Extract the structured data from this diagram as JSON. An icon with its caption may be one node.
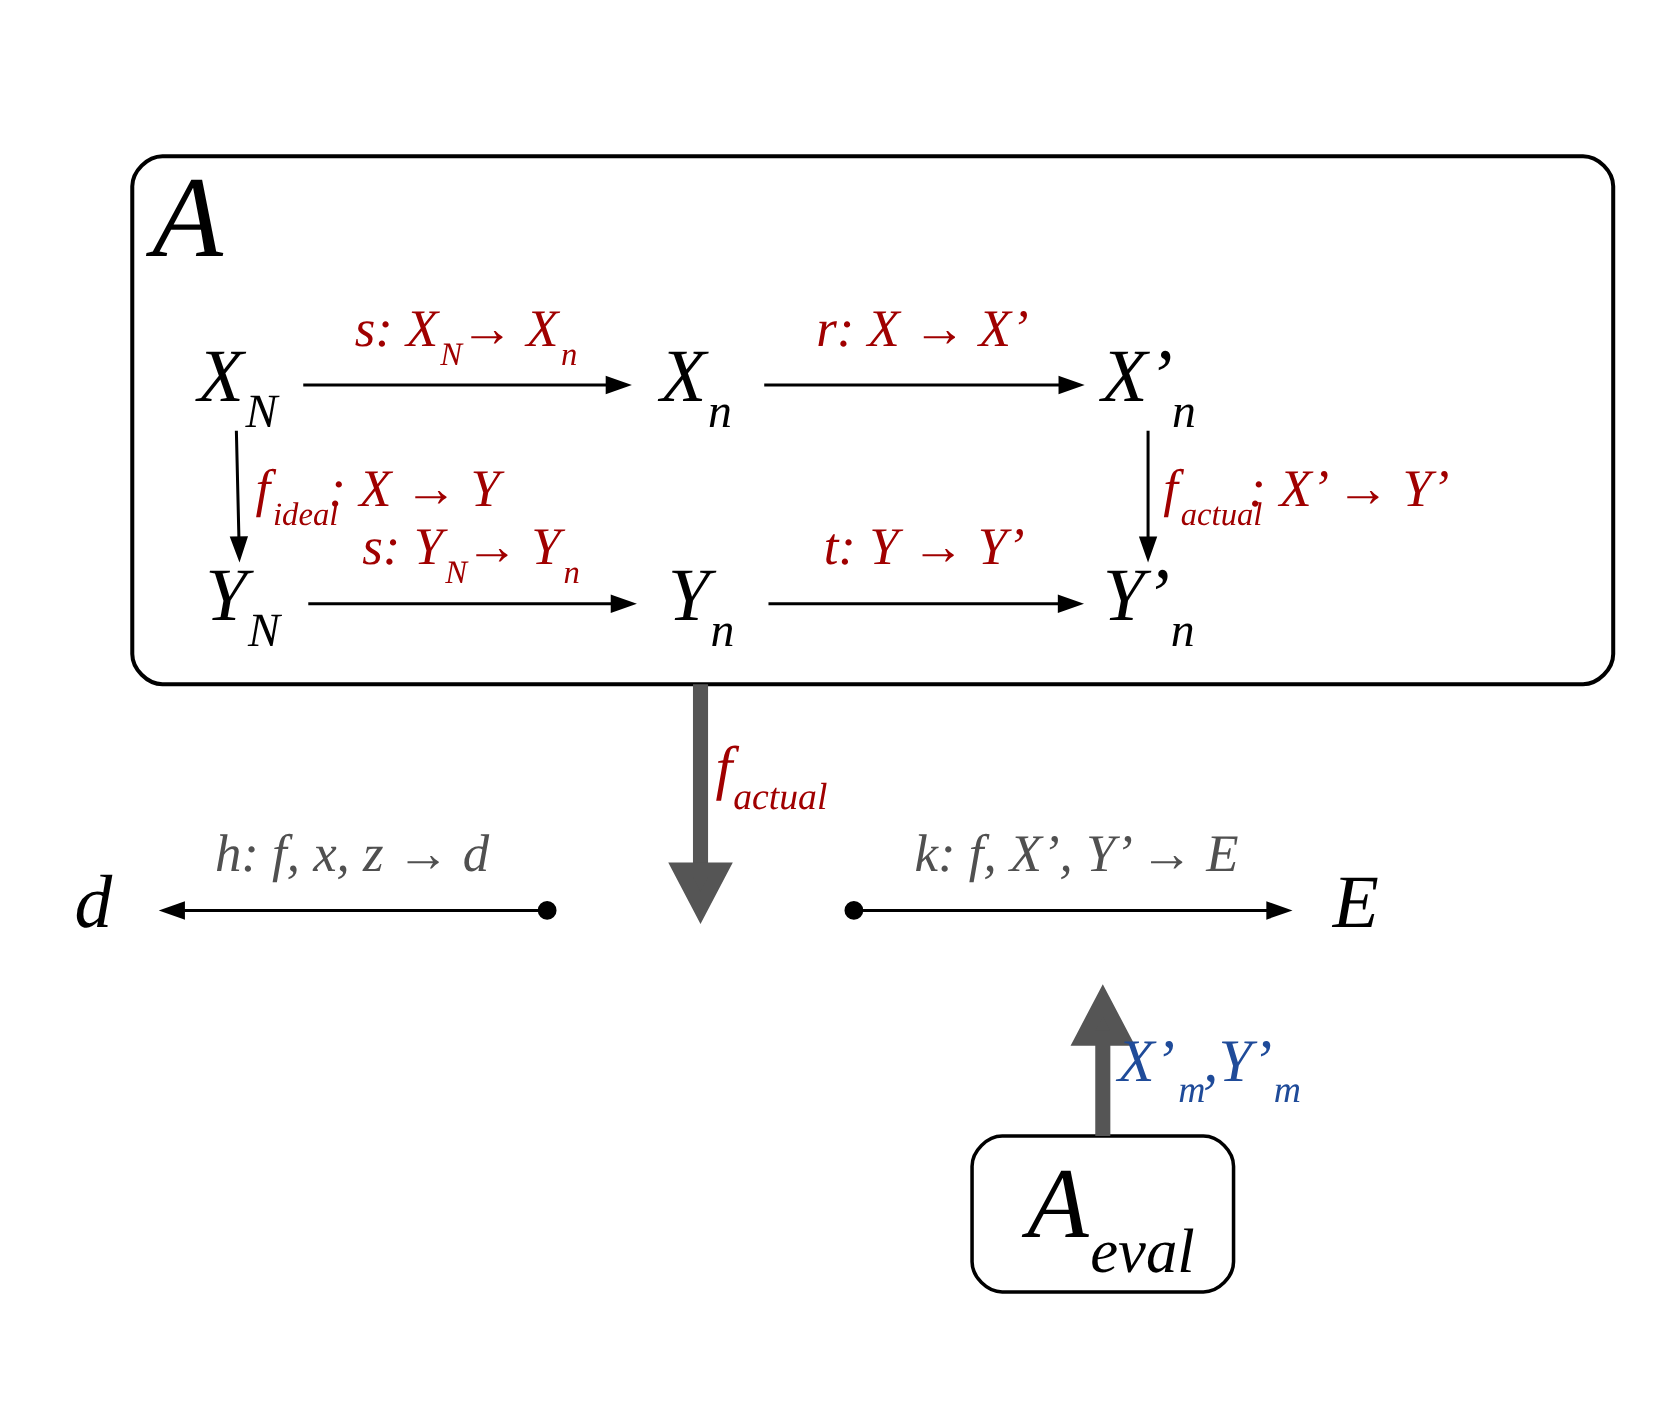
{
  "diagram": {
    "nodes": [
      {
        "text": [
          "A"
        ]
      },
      {
        "text": [
          "X$_{N}$"
        ],
        "in": 0
      },
      {
        "text": [
          "X$_{n}$"
        ],
        "in": 0
      },
      {
        "text": [
          "X’$_{n}$"
        ],
        "in": 0
      },
      {
        "text": [
          "Y$_{N}$"
        ],
        "in": 0
      },
      {
        "text": [
          "Y$_{n}$"
        ],
        "in": 0
      },
      {
        "text": [
          "Y’$_{n}$"
        ],
        "in": 0
      },
      {
        "text": [
          "d"
        ]
      },
      {
        "text": [],
        "shape": "dot"
      },
      {
        "text": [],
        "shape": "dot"
      },
      {
        "text": [
          "E"
        ]
      },
      {
        "text": [
          "A$_{eval}$"
        ]
      }
    ],
    "edges": [
      {
        "from": 1,
        "to": 2,
        "arrow": "to",
        "label": "s: X$_{N}$→ X$_{n}$"
      },
      {
        "from": 2,
        "to": 3,
        "arrow": "to",
        "label": "r: X → X’"
      },
      {
        "from": 1,
        "to": 4,
        "arrow": "to",
        "label": "f$_{ideal}$: X → Y"
      },
      {
        "from": 3,
        "to": 6,
        "arrow": "to",
        "label": "f$_{actual}$: X’ → Y’"
      },
      {
        "from": 4,
        "to": 5,
        "arrow": "to",
        "label": "s: Y$_{N}$→ Y$_{n}$"
      },
      {
        "from": 5,
        "to": 6,
        "arrow": "to",
        "label": "t: Y → Y’"
      },
      {
        "from": 0,
        "to": null,
        "arrow": "to",
        "style": "thick",
        "color": "#555555",
        "label": "f$_{actual}$"
      },
      {
        "from": 8,
        "to": 7,
        "arrow": "to",
        "label": "h: f, x, z → d"
      },
      {
        "from": 9,
        "to": 10,
        "arrow": "to",
        "label": "k: f, X’, Y’ → E"
      },
      {
        "from": 11,
        "to": null,
        "arrow": "to",
        "style": "thick",
        "color": "#555555",
        "label": "X’$_{m}$,Y’$_{m}$"
      }
    ]
  }
}
